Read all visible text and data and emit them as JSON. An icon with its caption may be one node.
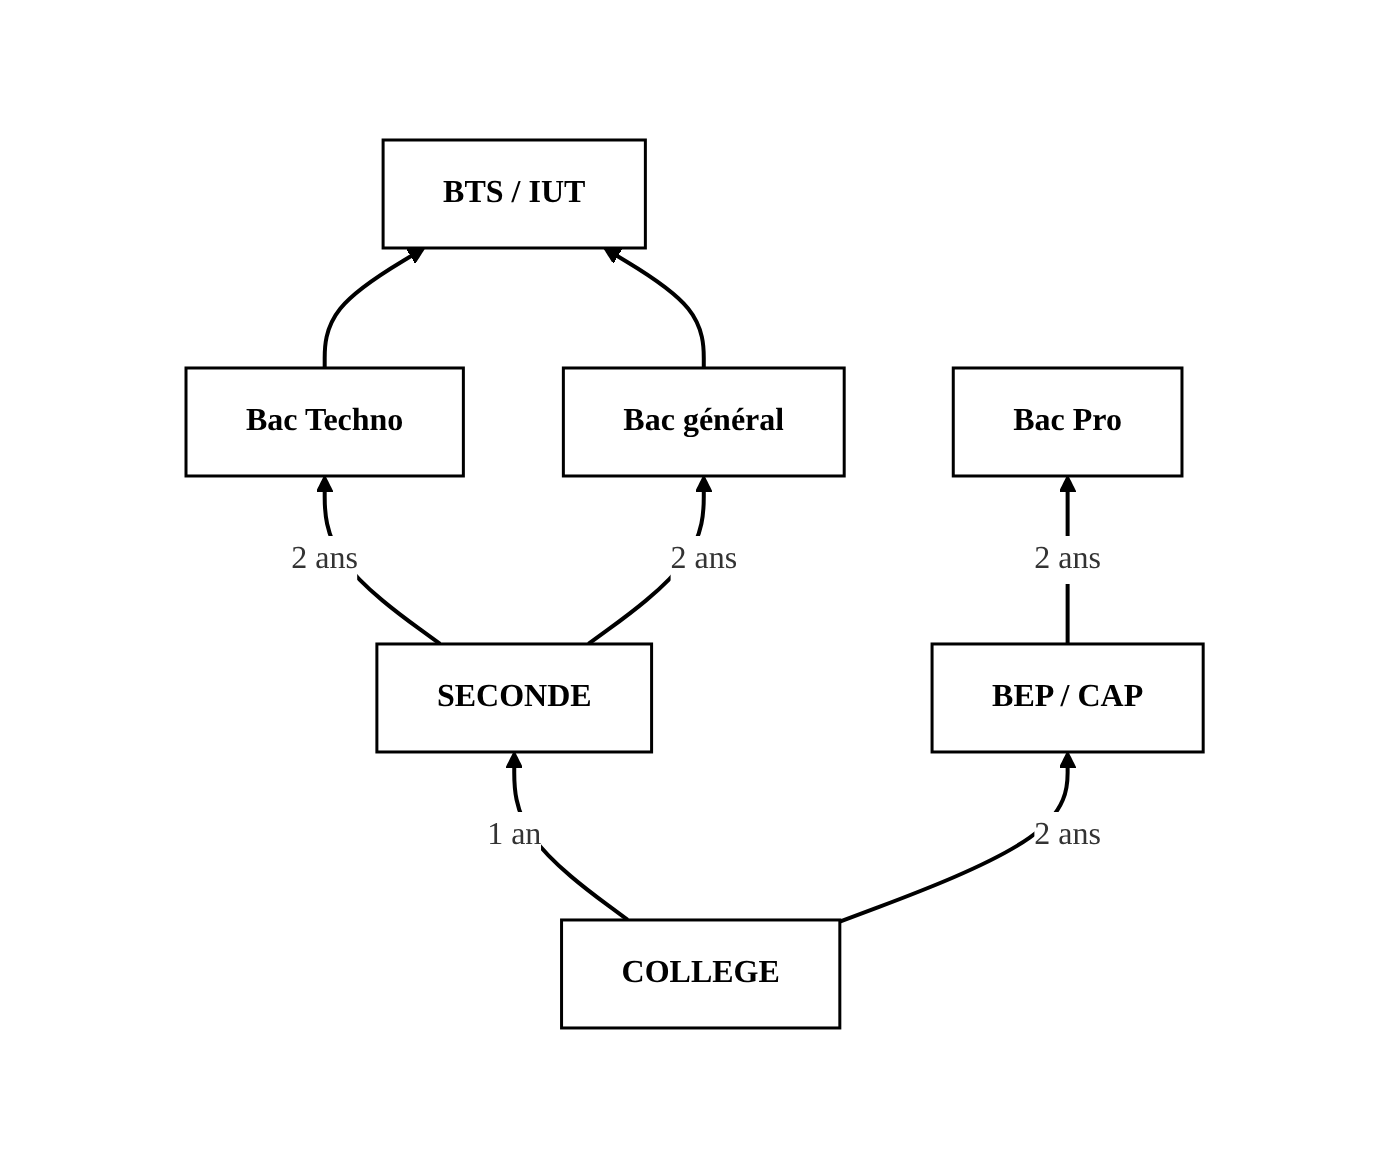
{
  "diagram": {
    "nodes": [
      {
        "text": [
          "BTS / IUT"
        ]
      },
      {
        "text": [
          "Bac Techno"
        ]
      },
      {
        "text": [
          "Bac général"
        ]
      },
      {
        "text": [
          "Bac Pro"
        ]
      },
      {
        "text": [
          "SECONDE"
        ]
      },
      {
        "text": [
          "BEP / CAP"
        ]
      },
      {
        "text": [
          "COLLEGE"
        ]
      }
    ],
    "edges": [
      {
        "from": 1,
        "to": 0,
        "arrow": "to"
      },
      {
        "from": 2,
        "to": 0,
        "arrow": "to"
      },
      {
        "from": 4,
        "to": 1,
        "arrow": "to",
        "label": "2 ans"
      },
      {
        "from": 4,
        "to": 2,
        "arrow": "to",
        "label": "2 ans"
      },
      {
        "from": 6,
        "to": 4,
        "arrow": "to",
        "label": "1 an"
      },
      {
        "from": 6,
        "to": 5,
        "arrow": "to",
        "label": "2 ans"
      },
      {
        "from": 5,
        "to": 3,
        "arrow": "to",
        "label": "2 ans"
      }
    ]
  }
}
